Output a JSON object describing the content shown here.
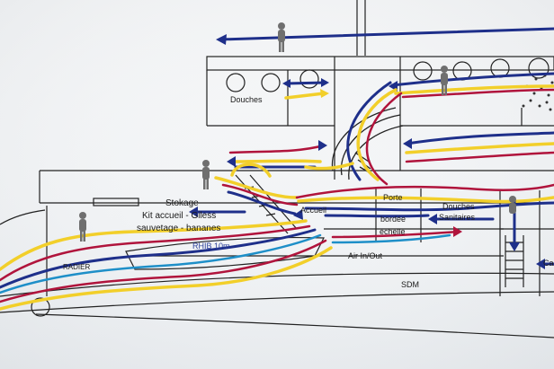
{
  "labels": {
    "douches_top": "Douches",
    "stokage": "Stokage",
    "kit": "Kit accueil - Giless",
    "sauvetage": "sauvetage - bananes",
    "rhib": "RHIB 10m",
    "radier": "RADIER",
    "accueil": "Accueil",
    "porte": "Porte",
    "bordee": "bordée",
    "echelle": "échelle",
    "douches": "Douches",
    "sanitaires": "Sanitaires",
    "air": "Air In/Out",
    "sdm": "SDM",
    "ca": "Ca"
  },
  "colors": {
    "route_blue": "#1e2f8a",
    "route_yellow": "#f2cf2a",
    "route_red": "#b0143c",
    "route_cyan": "#1e8fc8",
    "line_dark": "#222222",
    "person": "#6f6f6f"
  }
}
